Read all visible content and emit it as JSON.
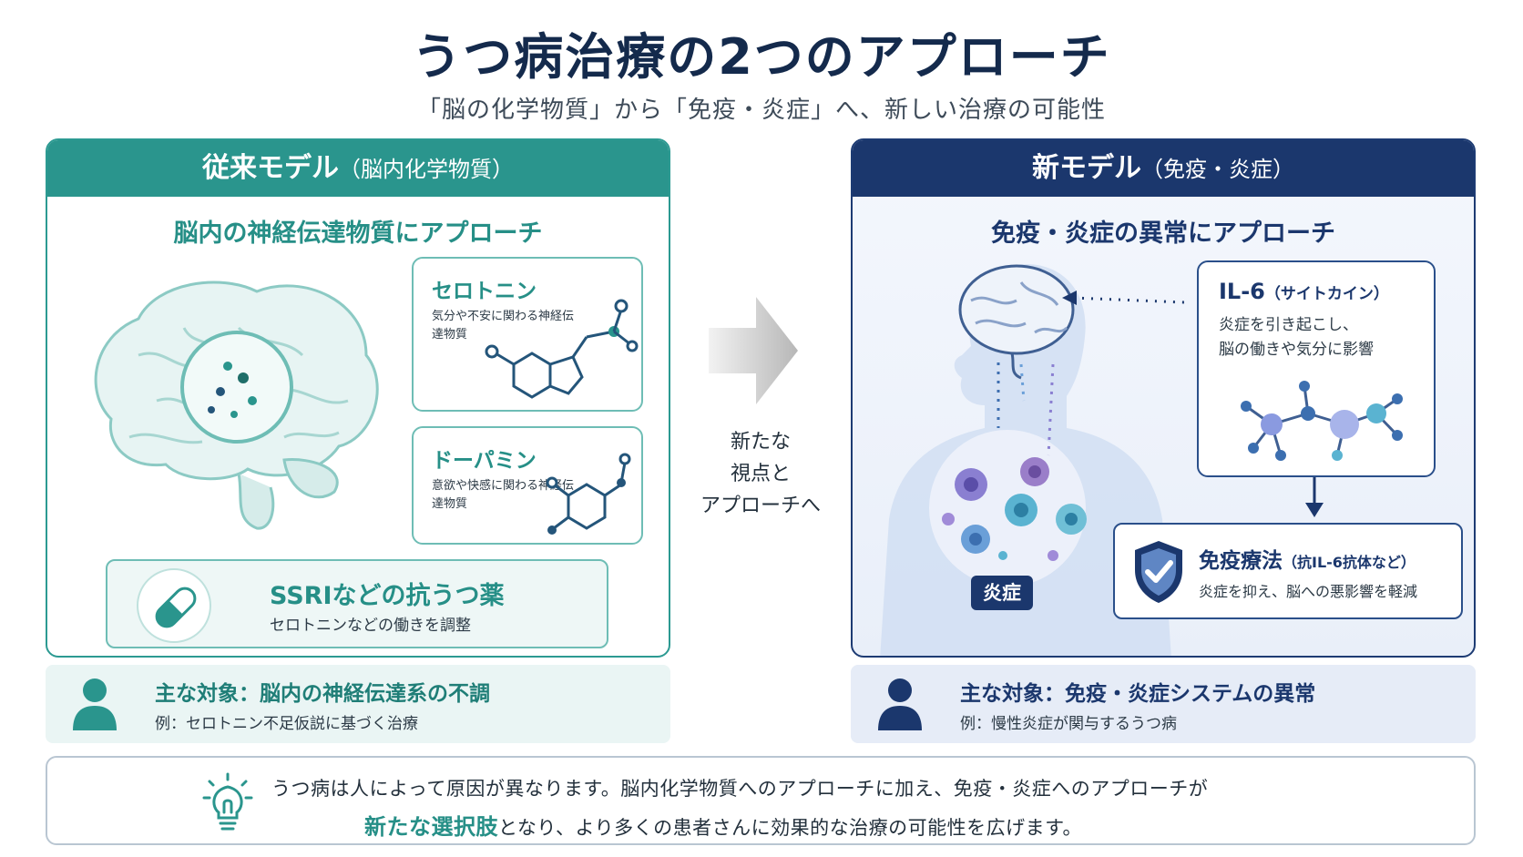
{
  "title": "うつ病治療の2つのアプローチ",
  "subtitle": "「脳の化学物質」から「免疫・炎症」へ、新しい治療の可能性",
  "left": {
    "header": "従来モデル",
    "header_paren": "（脳内化学物質）",
    "subheading": "脳内の神経伝達物質にアプローチ",
    "serotonin": {
      "name": "セロトニン",
      "desc": "気分や不安に関わる神経伝達物質"
    },
    "dopamine": {
      "name": "ドーパミン",
      "desc": "意欲や快感に関わる神経伝達物質"
    },
    "ssri": {
      "title": "SSRIなどの抗うつ薬",
      "desc": "セロトニンなどの働きを調整"
    },
    "target": {
      "main": "主な対象：脳内の神経伝達系の不調",
      "example": "例：セロトニン不足仮説に基づく治療"
    }
  },
  "middle": {
    "line1": "新たな",
    "line2": "視点と",
    "line3": "アプローチへ"
  },
  "right": {
    "header": "新モデル",
    "header_paren": "（免疫・炎症）",
    "subheading": "免疫・炎症の異常にアプローチ",
    "il6": {
      "name": "IL-6",
      "name_paren": "（サイトカイン）",
      "desc_line1": "炎症を引き起こし、",
      "desc_line2": "脳の働きや気分に影響"
    },
    "inflammation_badge": "炎症",
    "immunotherapy": {
      "title": "免疫療法",
      "title_paren": "（抗IL-6抗体など）",
      "desc": "炎症を抑え、脳への悪影響を軽減"
    },
    "target": {
      "main": "主な対象：免疫・炎症システムの異常",
      "example": "例：慢性炎症が関与するうつ病"
    }
  },
  "bottom": {
    "line1": "うつ病は人によって原因が異なります。脳内化学物質へのアプローチに加え、免疫・炎症へのアプローチが",
    "highlight": "新たな選択肢",
    "line2_rest": "となり、より多くの患者さんに効果的な治療の可能性を広げます。"
  },
  "colors": {
    "teal": "#2a958d",
    "navy": "#1b376d",
    "title": "#142a4c"
  },
  "icons": [
    "brain-illustration",
    "molecule-icon",
    "capsule-icon",
    "person-icon",
    "arrow-right-icon",
    "human-silhouette",
    "cell-icon",
    "shield-check-icon",
    "lightbulb-icon"
  ]
}
